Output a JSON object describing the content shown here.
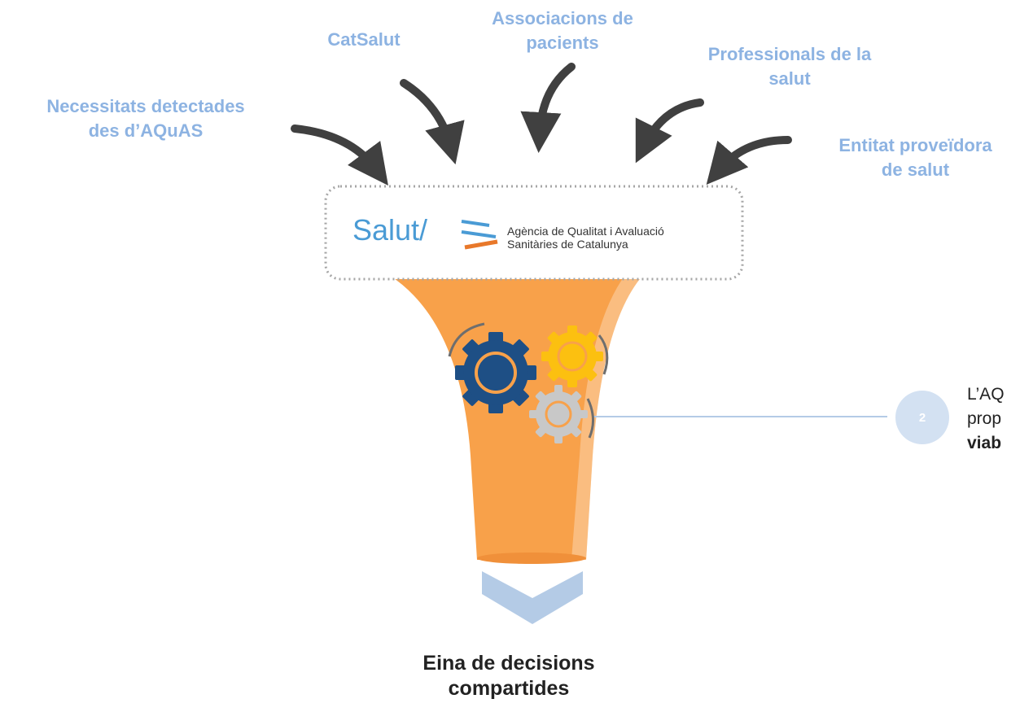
{
  "sources": [
    {
      "id": "aquas",
      "lines": [
        "Necessitats detectades",
        "des d’AQuAS"
      ]
    },
    {
      "id": "catsalut",
      "lines": [
        "CatSalut"
      ]
    },
    {
      "id": "patients",
      "lines": [
        "Associacions de",
        "pacients"
      ]
    },
    {
      "id": "professionals",
      "lines": [
        "Professionals de la",
        "salut"
      ]
    },
    {
      "id": "provider",
      "lines": [
        "Entitat proveïdora",
        "de salut"
      ]
    }
  ],
  "logo": {
    "salut": "Salut/",
    "agency_lines": [
      "Agència de Qualitat i Avaluació",
      "Sanitàries de Catalunya"
    ]
  },
  "step": {
    "number": "2",
    "lines": [
      "L’AQ",
      "prop",
      "viab"
    ]
  },
  "output": {
    "lines": [
      "Eina de decisions",
      "compartides"
    ]
  },
  "colors": {
    "source_text": "#8db3e2",
    "funnel": "#f8a14a",
    "gear_blue": "#1e4f85",
    "gear_yellow": "#fcc010",
    "gear_grey": "#c8c8c8",
    "arrow": "#404040",
    "output_chevron": "#b4cbe6"
  }
}
